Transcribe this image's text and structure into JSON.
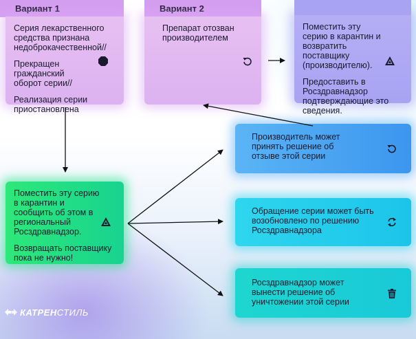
{
  "variant1": {
    "label": "Вариант 1"
  },
  "variant2": {
    "label": "Вариант 2"
  },
  "box_v1": {
    "p1": "Серия лекарственного средства признана недоброкачественной//",
    "p2": "Прекращен гражданский оборот серии//",
    "p3": "Реализация серии приостановлена",
    "icon": "stop-octagon-icon"
  },
  "box_v2": {
    "text": "Препарат отозван производителем",
    "icon": "rotate-ccw-icon"
  },
  "box_quarantine_supplier": {
    "p1": "Поместить эту серию в карантин и возвратить поставщику (производителю).",
    "p2": "Предоставить в Росздравнадзор подтверждающие это сведения.",
    "icon": "warning-triangle-icon"
  },
  "box_manufacturer": {
    "text": "Производитель может принять решение об отзыве этой серии",
    "icon": "rotate-ccw-icon"
  },
  "box_quarantine_regional": {
    "p1": "Поместить эту серию в карантин и сообщить об этом в региональный Росздравнадзор.",
    "p2": "Возвращать поставщику пока не нужно!",
    "icon": "warning-triangle-icon"
  },
  "box_resume": {
    "text": "Обращение серии может быть возобновлено по решению Росздравнадзора",
    "icon": "refresh-icon"
  },
  "box_destroy": {
    "text": "Росздравнадзор может вынести решение об уничтожении этой серии",
    "icon": "trash-icon"
  },
  "logo": {
    "bold": "КАТРЕН",
    "light": "СТИЛЬ"
  },
  "colors": {
    "violet": "#dcb2f0",
    "tab_violet": "#d59ef0",
    "periwinkle": "#a8a4f2",
    "blue": "#3d96ee",
    "cyan": "#1cc4ea",
    "teal": "#19c9d8",
    "green": "#17d38f",
    "arrow": "#111111"
  }
}
